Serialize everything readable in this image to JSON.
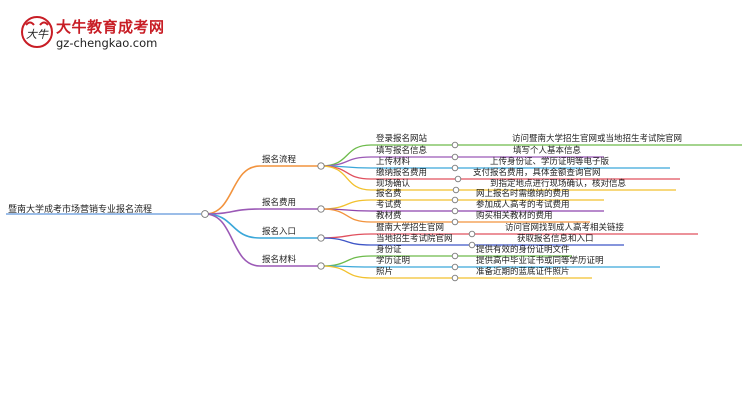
{
  "logo": {
    "mark_text": "大牛",
    "title": "大牛教育成考网",
    "subtitle": "gz-chengkao.com"
  },
  "mindmap": {
    "root": "暨南大学成考市场营销专业报名流程",
    "branches": [
      {
        "label": "报名流程",
        "color": "#f2933d",
        "items": [
          {
            "label": "登录报名网站",
            "note": "访问暨南大学招生官网或当地招生考试院官网",
            "color": "#6dbb4b"
          },
          {
            "label": "填写报名信息",
            "note": "填写个人基本信息",
            "color": "#9b59b6"
          },
          {
            "label": "上传材料",
            "note": "上传身份证、学历证明等电子版",
            "color": "#3aa7d9"
          },
          {
            "label": "缴纳报名费用",
            "note": "支付报名费用，具体金额查询官网",
            "color": "#e0505e"
          },
          {
            "label": "现场确认",
            "note": "到指定地点进行现场确认，核对信息",
            "color": "#f2c12e"
          }
        ]
      },
      {
        "label": "报名费用",
        "color": "#9b59b6",
        "items": [
          {
            "label": "报名费",
            "note": "网上报名时需缴纳的费用",
            "color": "#f2c12e"
          },
          {
            "label": "考试费",
            "note": "参加成人高考的考试费用",
            "color": "#8e44ad"
          },
          {
            "label": "教材费",
            "note": "购买相关教材的费用",
            "color": "#f2933d"
          }
        ]
      },
      {
        "label": "报名入口",
        "color": "#3aa7d9",
        "items": [
          {
            "label": "暨南大学招生官网",
            "note": "访问官网找到成人高考相关链接",
            "color": "#e0505e"
          },
          {
            "label": "当地招生考试院官网",
            "note": "获取报名信息和入口",
            "color": "#3f56c7"
          }
        ]
      },
      {
        "label": "报名材料",
        "color": "#9b59b6",
        "items": [
          {
            "label": "身份证",
            "note": "提供有效的身份证明文件",
            "color": "#6dbb4b"
          },
          {
            "label": "学历证明",
            "note": "提供高中毕业证书或同等学历证明",
            "color": "#3aa7d9"
          },
          {
            "label": "照片",
            "note": "准备近期的蓝底证件照片",
            "color": "#f2c12e"
          }
        ]
      }
    ]
  }
}
